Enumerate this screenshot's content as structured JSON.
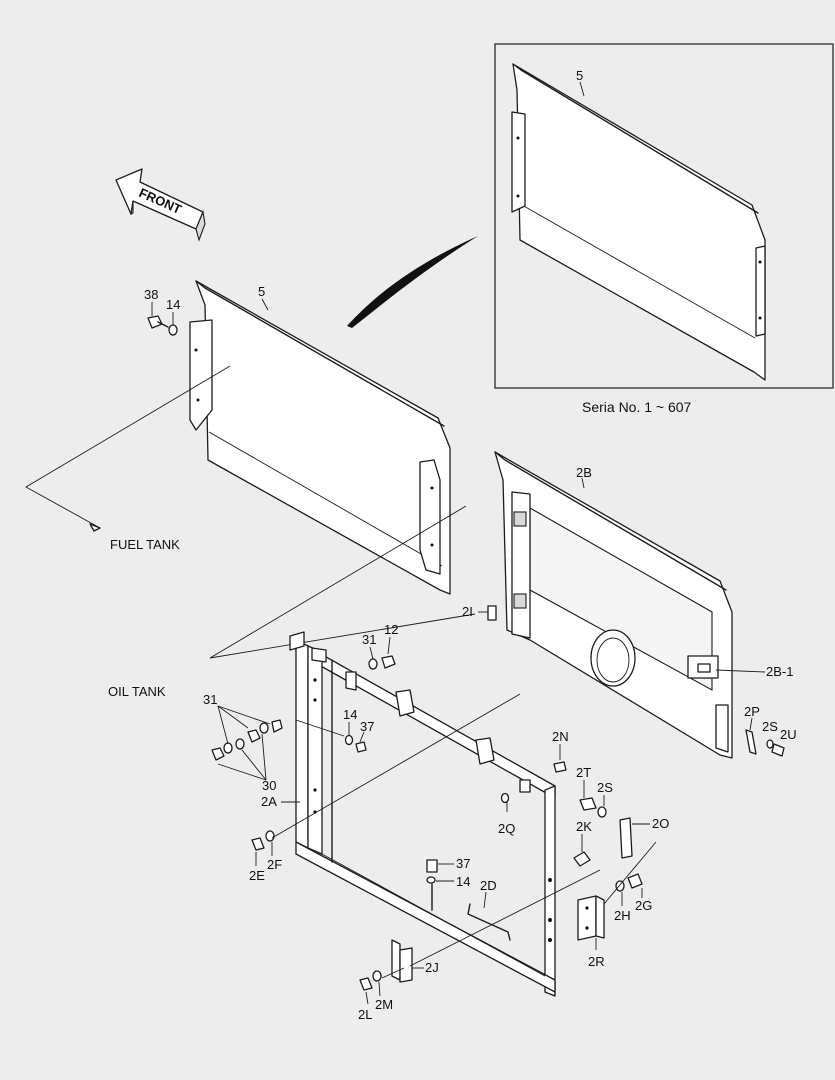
{
  "diagram": {
    "front_label": "FRONT",
    "inset_caption": "Seria No. 1 ~ 607",
    "fuel_tank_label": "FUEL TANK",
    "oil_tank_label": "OIL TANK",
    "callouts": {
      "c38": "38",
      "c14a": "14",
      "c5a": "5",
      "c5b": "5",
      "c2B": "2B",
      "c2I": "2I",
      "c2B1": "2B-1",
      "c31a": "31",
      "c12": "12",
      "c31b": "31",
      "c30": "30",
      "c14b": "14",
      "c37a": "37",
      "c2P": "2P",
      "c2S_a": "2S",
      "c2U": "2U",
      "c2N": "2N",
      "c2T": "2T",
      "c2S_b": "2S",
      "c2A": "2A",
      "c2Q": "2Q",
      "c2K": "2K",
      "c2O": "2O",
      "c2E": "2E",
      "c2F": "2F",
      "c37b": "37",
      "c14c": "14",
      "c2D": "2D",
      "c2H": "2H",
      "c2G": "2G",
      "c2R": "2R",
      "c2J": "2J",
      "c2M": "2M",
      "c2L": "2L"
    }
  }
}
